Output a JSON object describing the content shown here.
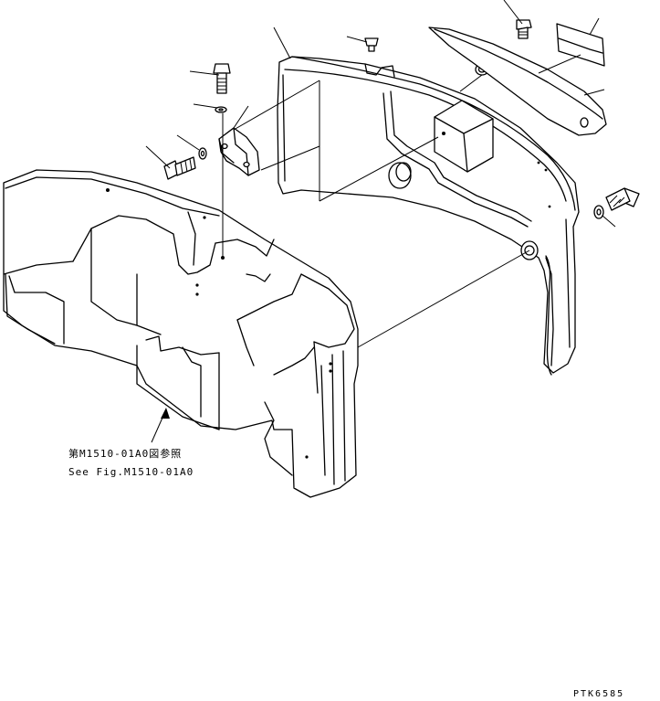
{
  "reference": {
    "japanese": "第M1510-01A0図参照",
    "english": "See Fig.M1510-01A0"
  },
  "drawing_code": "PTK6585"
}
